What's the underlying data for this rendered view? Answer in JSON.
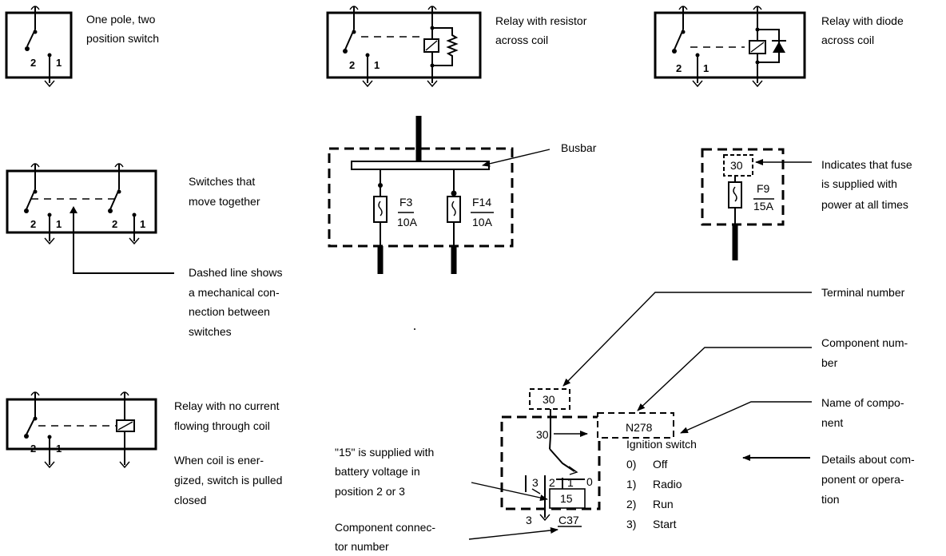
{
  "labels": {
    "single_switch": [
      "One pole, two",
      "position switch"
    ],
    "resistor_relay": [
      "Relay with resistor",
      "across coil"
    ],
    "diode_relay": [
      "Relay with diode",
      "across coil"
    ],
    "busbar": "Busbar",
    "linked_switches": [
      "Switches that",
      "move together"
    ],
    "dashed_line": [
      "Dashed line shows",
      "a mechanical con-",
      "nection between",
      "switches"
    ],
    "fuse_supply": [
      "Indicates that fuse",
      "is supplied with",
      "power at all times"
    ],
    "relay_no_current": [
      "Relay with no current",
      "flowing through coil"
    ],
    "relay_energized": [
      "When coil is ener-",
      "gized, switch is pulled",
      "closed"
    ],
    "terminal_number": "Terminal number",
    "component_number": [
      "Component num-",
      "ber"
    ],
    "component_name": [
      "Name of compo-",
      "nent"
    ],
    "component_details": [
      "Details about com-",
      "ponent or opera-",
      "tion"
    ],
    "supplied_15": [
      "\"15\" is supplied with",
      "battery voltage in",
      "position 2 or 3"
    ],
    "connector_number": [
      "Component connec-",
      "tor number"
    ]
  },
  "switch_positions": {
    "two": "2",
    "one": "1"
  },
  "fuses": {
    "f3": {
      "name": "F3",
      "rating": "10A"
    },
    "f14": {
      "name": "F14",
      "rating": "10A"
    },
    "f9": {
      "name": "F9",
      "rating": "15A",
      "terminal": "30"
    }
  },
  "ignition": {
    "terminal": "30",
    "input_terminal": "30",
    "component_number": "N278",
    "name": "Ignition switch",
    "positions": [
      {
        "num": "0)",
        "name": "Off"
      },
      {
        "num": "1)",
        "name": "Radio"
      },
      {
        "num": "2)",
        "name": "Run"
      },
      {
        "num": "3)",
        "name": "Start"
      }
    ],
    "switch_contacts": {
      "three": "3",
      "two": "2",
      "one": "1",
      "zero": "0"
    },
    "output_terminal": "15",
    "connector": "C37",
    "connector_pin": "3"
  }
}
